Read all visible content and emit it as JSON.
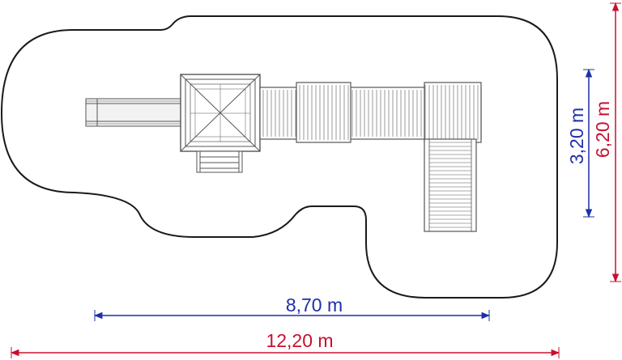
{
  "dimensions": {
    "total_length": "12,20 m",
    "structure_length": "8,70 m",
    "structure_width": "3,20 m",
    "total_width": "6,20 m"
  },
  "colors": {
    "outline": "#1a1a1a",
    "structure": "#555555",
    "dim_blue": "#1f2fa8",
    "dim_red": "#c8102e"
  }
}
